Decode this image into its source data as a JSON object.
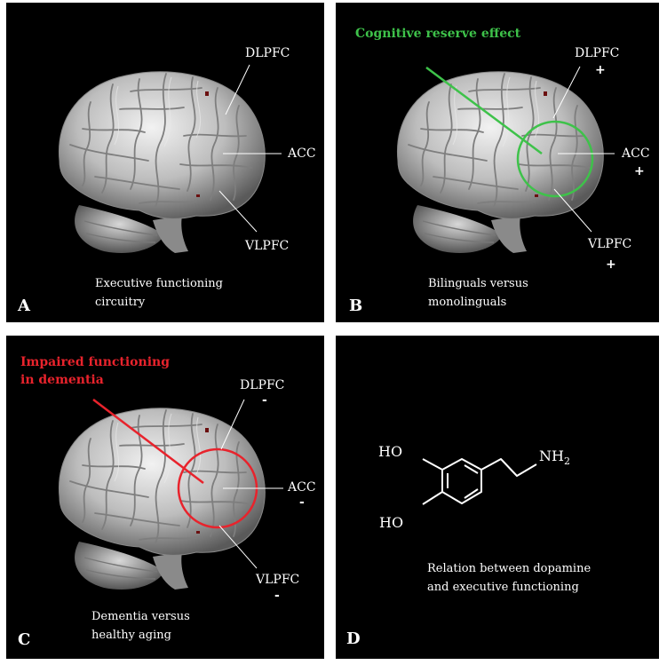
{
  "panels": {
    "a": {
      "letter": "A",
      "labels": {
        "dlpfc": "DLPFC",
        "acc": "ACC",
        "vlpfc": "VLPFC"
      },
      "caption": [
        "Executive functioning",
        "circuitry"
      ]
    },
    "b": {
      "letter": "B",
      "title": "Cognitive reserve effect",
      "labels": {
        "dlpfc": "DLPFC",
        "acc": "ACC",
        "vlpfc": "VLPFC"
      },
      "signs": {
        "dlpfc": "+",
        "acc": "+",
        "vlpfc": "+"
      },
      "caption": [
        "Bilinguals versus",
        "monolinguals"
      ]
    },
    "c": {
      "letter": "C",
      "title": [
        "Impaired functioning",
        "in dementia"
      ],
      "labels": {
        "dlpfc": "DLPFC",
        "acc": "ACC",
        "vlpfc": "VLPFC"
      },
      "signs": {
        "dlpfc": "-",
        "acc": "-",
        "vlpfc": "-"
      },
      "caption": [
        "Dementia versus",
        "healthy aging"
      ]
    },
    "d": {
      "letter": "D",
      "molecule": {
        "ho_top": "HO",
        "ho_bottom": "HO",
        "amine": "NH",
        "amine_sub": "2"
      },
      "caption": [
        "Relation between dopamine",
        "and executive functioning"
      ]
    }
  },
  "colors": {
    "panel_bg": "#000000",
    "green": "#3ec24a",
    "red": "#e8232c",
    "brain": "#c9c9c9"
  }
}
